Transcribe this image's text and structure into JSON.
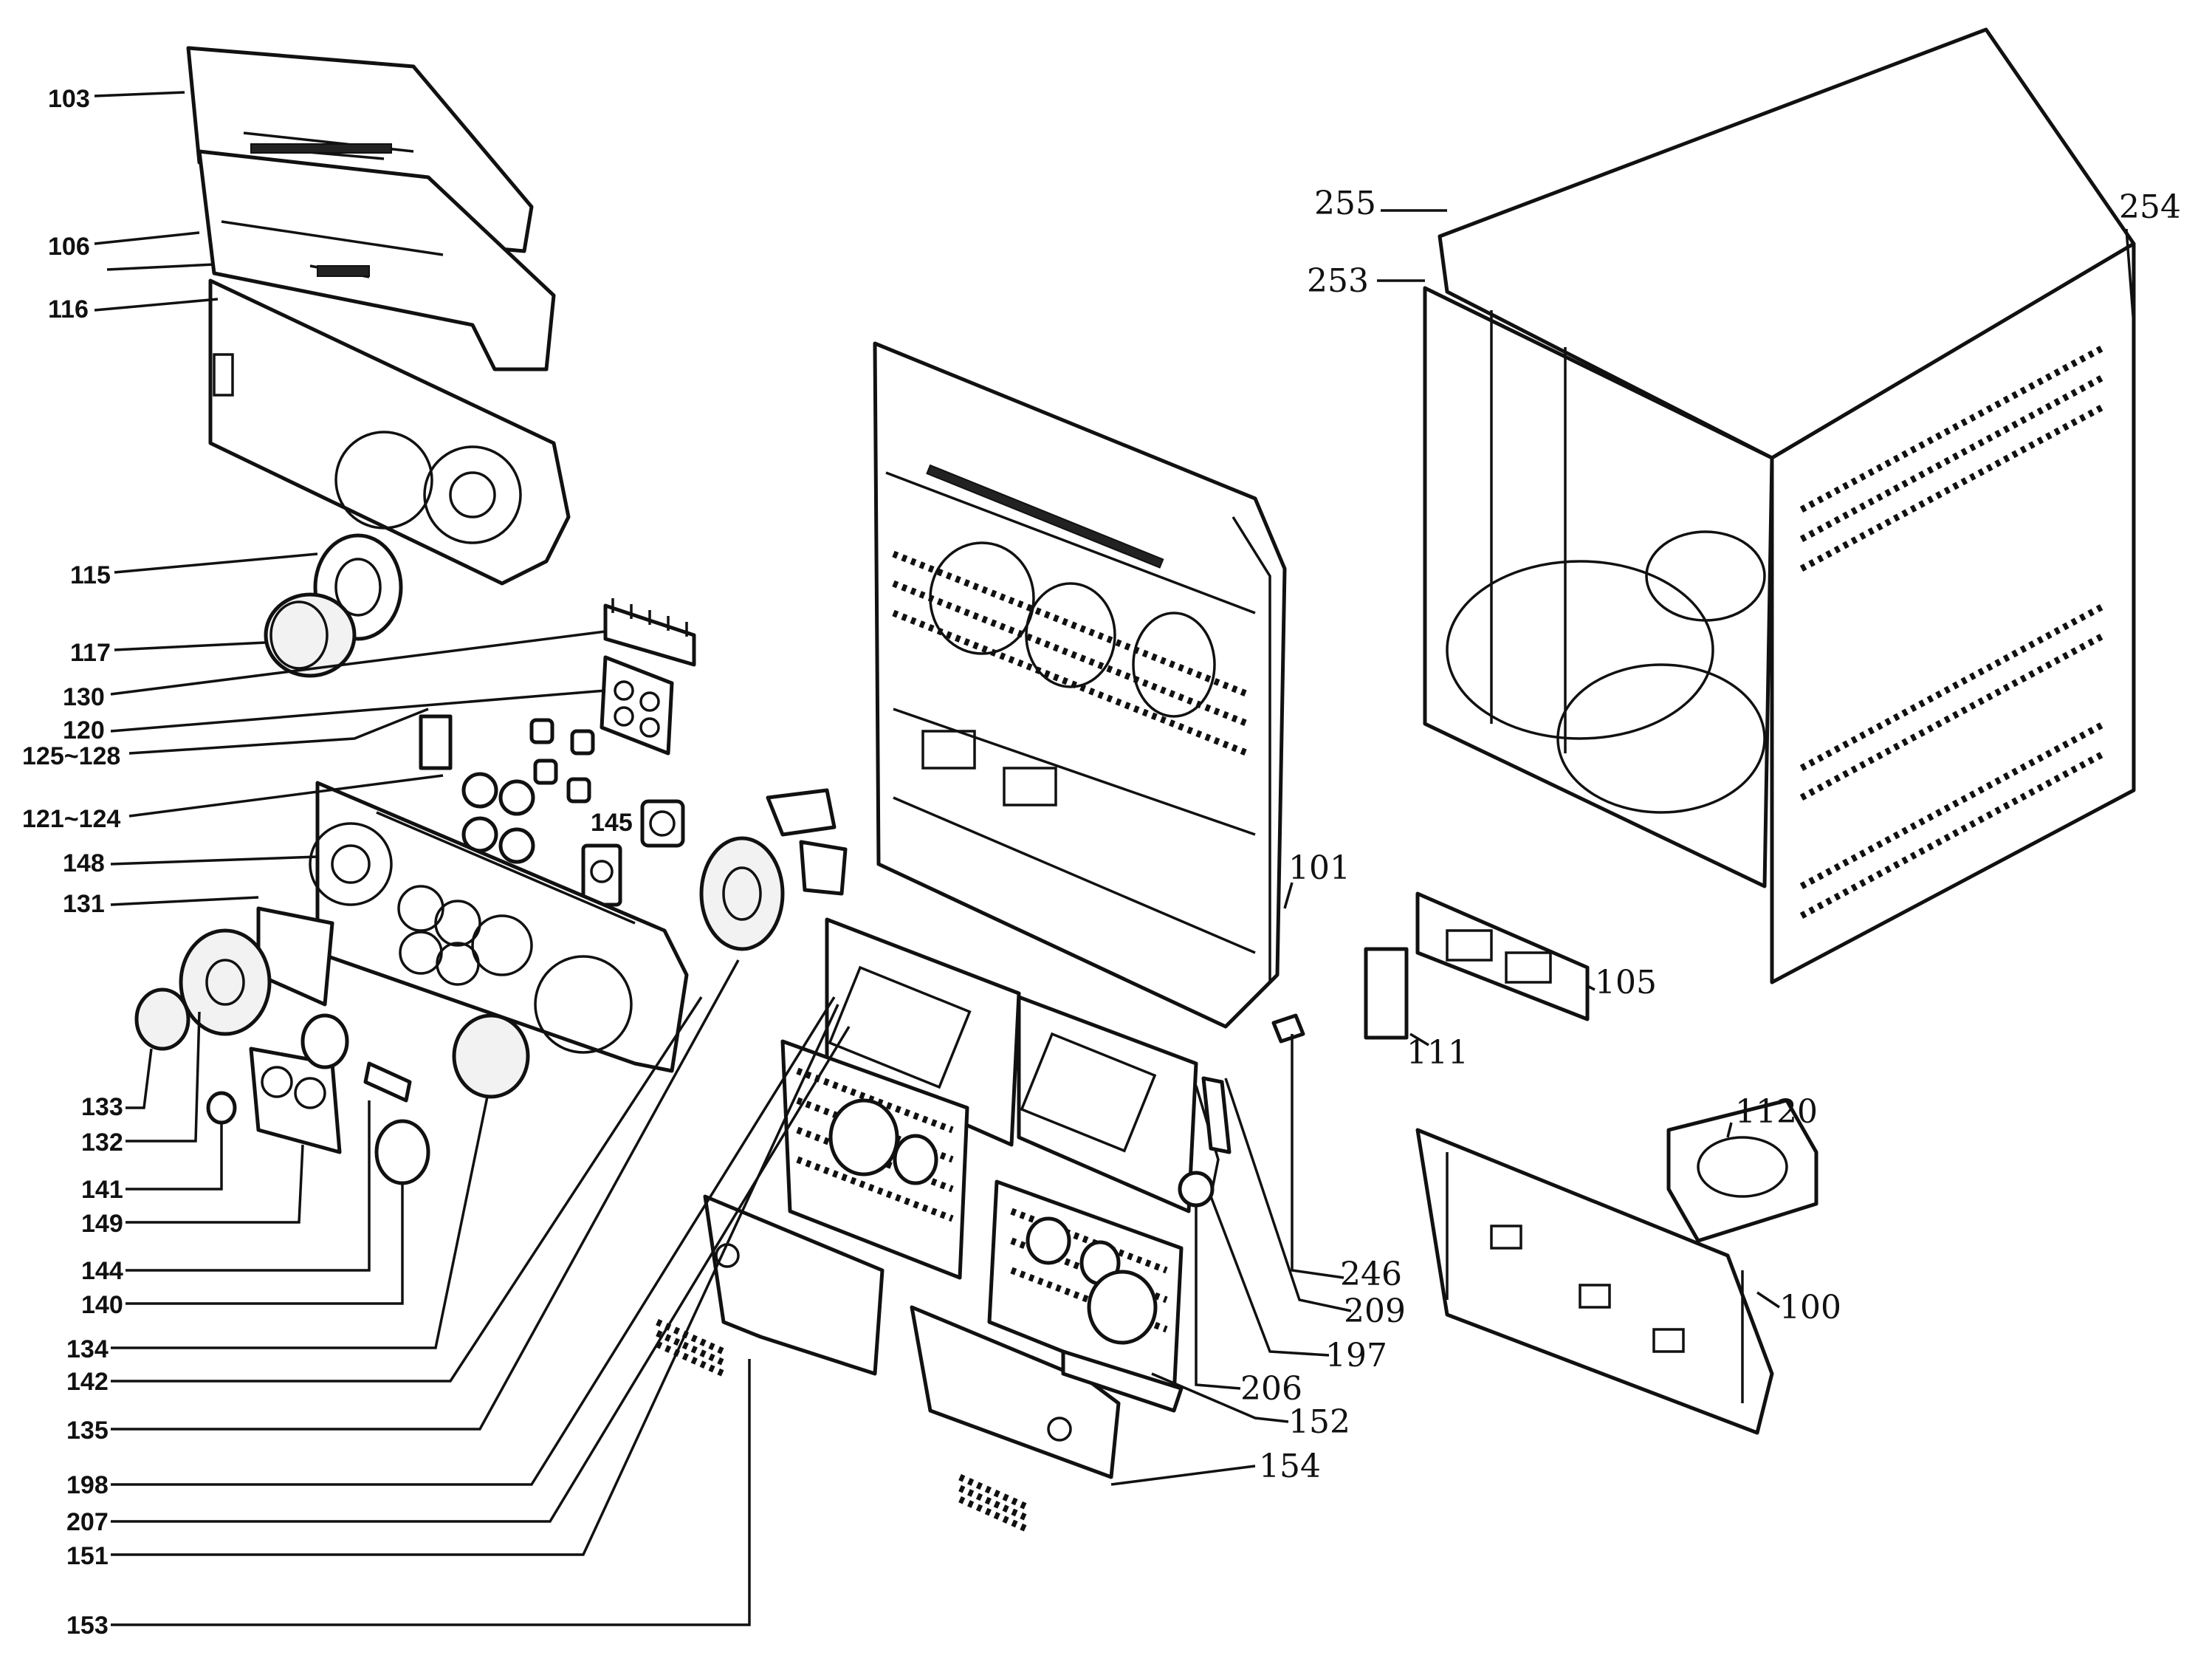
{
  "labels": {
    "p103": "103",
    "p106": "106",
    "p116": "116",
    "p115": "115",
    "p117": "117",
    "p130": "130",
    "p120": "120",
    "p125": "125~128",
    "p121": "121~124",
    "p145": "145",
    "p148": "148",
    "p131": "131",
    "p133": "133",
    "p132": "132",
    "p141": "141",
    "p149": "149",
    "p144": "144",
    "p140": "140",
    "p134": "134",
    "p142": "142",
    "p135": "135",
    "p198": "198",
    "p207": "207",
    "p151": "151",
    "p153": "153",
    "p255": "255",
    "p254": "254",
    "p253": "253",
    "p101": "101",
    "p105": "105",
    "p111": "111",
    "p1120": "1120",
    "p100": "100",
    "p246": "246",
    "p209": "209",
    "p197": "197",
    "p206": "206",
    "p152": "152",
    "p154": "154"
  },
  "colors": {
    "ink": "#111111",
    "paper": "#ffffff"
  }
}
